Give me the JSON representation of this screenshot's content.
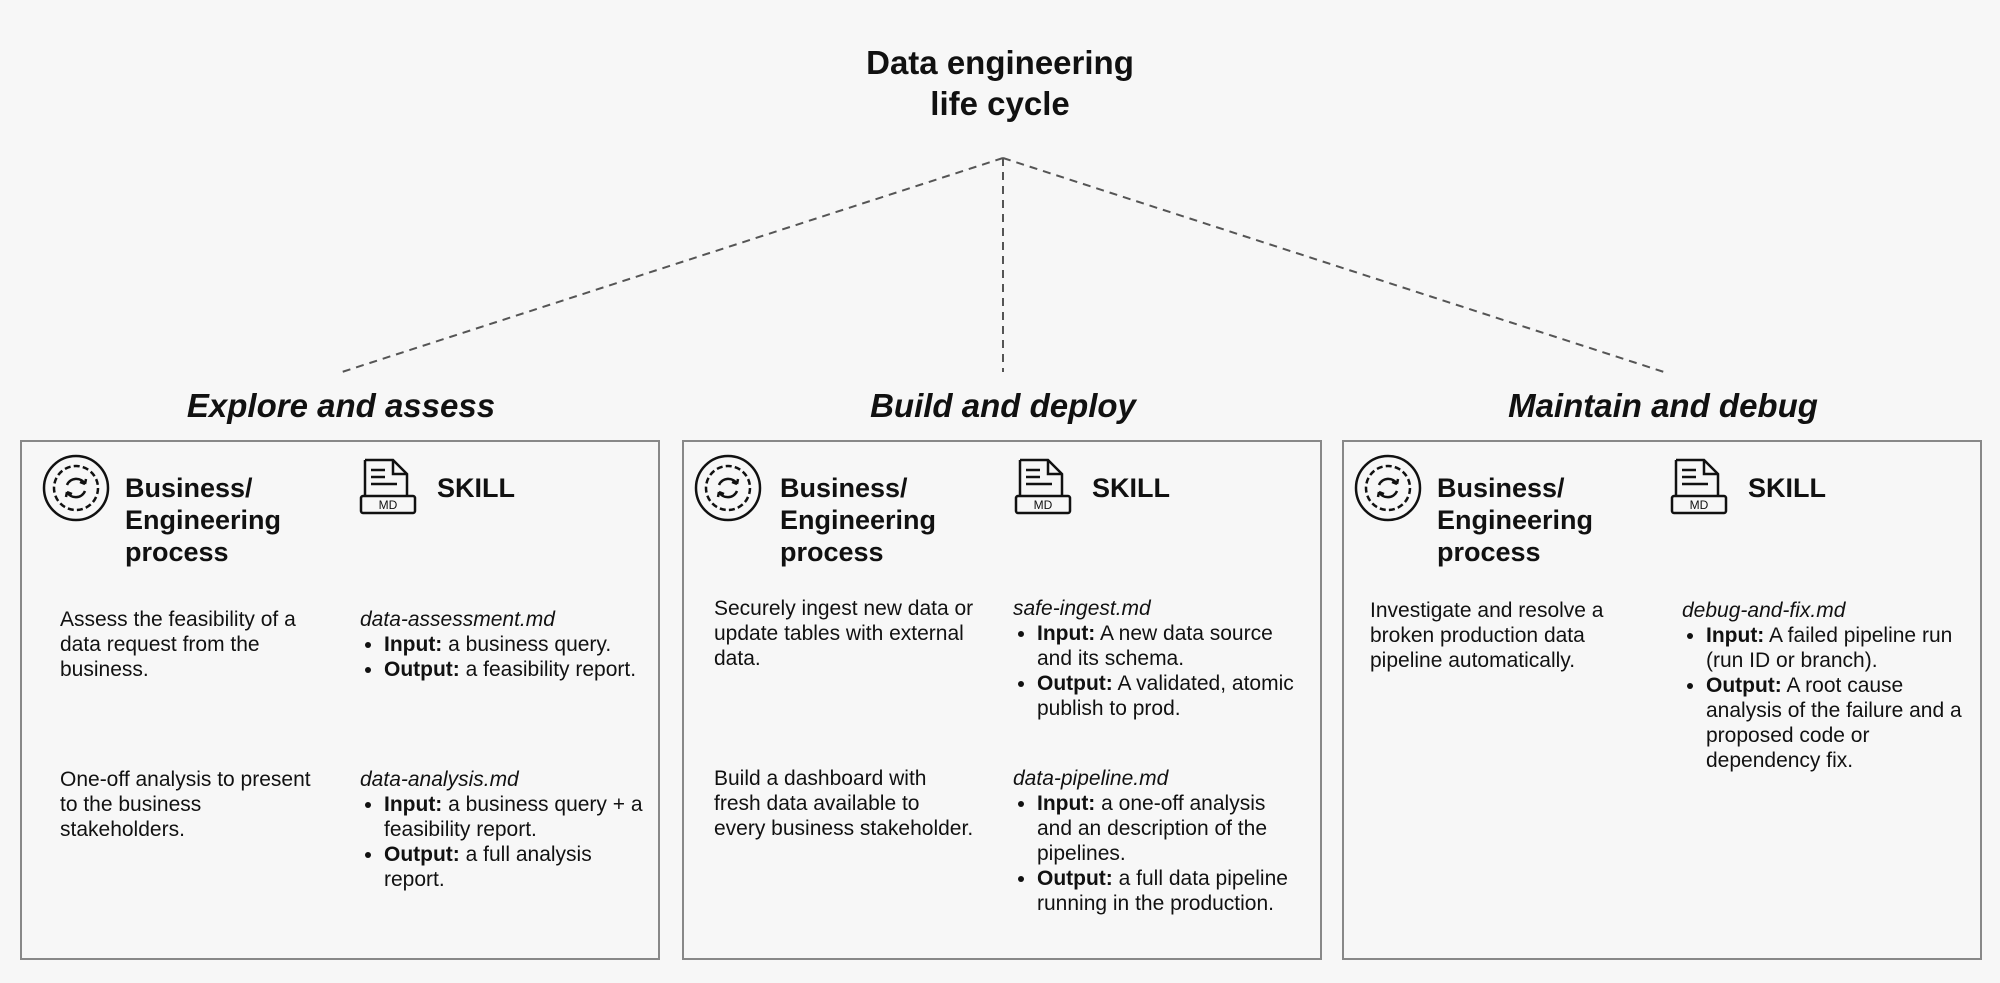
{
  "title": {
    "line1": "Data engineering",
    "line2": "life cycle"
  },
  "common": {
    "process_heading_line1": "Business/",
    "process_heading_line2": "Engineering",
    "process_heading_line3": "process",
    "skill_heading": "SKILL",
    "skill_icon_label": "MD",
    "input_label": "Input:",
    "output_label": "Output:"
  },
  "icons": {
    "process": "gear-sync-icon",
    "skill": "markdown-file-icon"
  },
  "colors": {
    "background": "#f7f7f7",
    "border": "#888888",
    "text": "#111111",
    "connector": "#555555"
  },
  "phases": [
    {
      "title": "Explore and assess",
      "rows": [
        {
          "process": "Assess the feasibility of a data request from the business.",
          "skill_file": "data-assessment.md",
          "input": "a business query.",
          "output": "a feasibility report."
        },
        {
          "process": "One-off analysis to present to the business stakeholders.",
          "skill_file": "data-analysis.md",
          "input": "a business query + a feasibility report.",
          "output": "a full analysis report."
        }
      ]
    },
    {
      "title": "Build and deploy",
      "rows": [
        {
          "process": "Securely ingest new data or update tables with external data.",
          "skill_file": "safe-ingest.md",
          "input": "A new data source and its schema.",
          "output": "A validated, atomic publish to prod."
        },
        {
          "process": "Build a dashboard with fresh data available to every business stakeholder.",
          "skill_file": "data-pipeline.md",
          "input": "a one-off analysis and an description of the pipelines.",
          "output": "a full data pipeline running in the production."
        }
      ]
    },
    {
      "title": "Maintain and debug",
      "rows": [
        {
          "process": "Investigate and resolve a broken production data pipeline automatically.",
          "skill_file": "debug-and-fix.md",
          "input": "A failed pipeline run (run ID or branch).",
          "output": "A root cause analysis of the failure and a proposed code or dependency fix."
        }
      ]
    }
  ]
}
